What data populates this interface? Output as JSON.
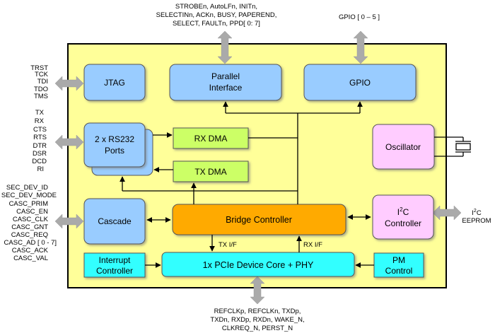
{
  "blocks": {
    "jtag": "JTAG",
    "parallel": [
      "Parallel",
      "Interface"
    ],
    "gpio": "GPIO",
    "rs232": [
      "2 x RS232",
      "Ports"
    ],
    "rx_dma": "RX DMA",
    "tx_dma": "TX DMA",
    "oscillator": "Oscillator",
    "cascade": "Cascade",
    "bridge": "Bridge Controller",
    "i2c": [
      "I",
      "2",
      "C",
      "Controller"
    ],
    "interrupt": [
      "Interrupt",
      "Controller"
    ],
    "pcie": "1x PCIe Device Core + PHY",
    "pm": [
      "PM",
      "Control"
    ]
  },
  "bus_labels": {
    "tx_if": "TX I/F",
    "rx_if": "RX I/F"
  },
  "signals": {
    "parallel": [
      "STROBEn,  AutoLFn, INITn,",
      "SELECTINn, ACKn, BUSY, PAPEREND,",
      "SELECT, FAULTn, PPD[ 0: 7]"
    ],
    "gpio": "GPIO [ 0 – 5 ]",
    "jtag": [
      "TRST",
      "TCK",
      "TDI",
      "TDO",
      "TMS"
    ],
    "rs232": [
      "TX",
      "RX",
      "CTS",
      "RTS",
      "DTR",
      "DSR",
      "DCD",
      "RI"
    ],
    "cascade": [
      "SEC_DEV_ID",
      "SEC_DEV_MODE",
      "CASC_PRIM",
      "CASC_EN",
      "CASC_CLK",
      "CASC_GNT",
      "CASC_REQ",
      "CASC_AD [ 0 - 7]",
      "CASC_ACK",
      "CASC_VAL"
    ],
    "i2c_sup": "2",
    "i2c_eeprom": [
      "I",
      "C",
      "EEPROM"
    ],
    "pcie": [
      "REFCLKp, REFCLKn, TXDp,",
      "TXDn,  RXDp,  RXDn, WAKE_N,",
      "CLKREQ_N, PERST_N"
    ]
  },
  "colors": {
    "chip": "#ffff99",
    "blue": "#99ccff",
    "green": "#ccff66",
    "pink": "#ffccff",
    "cyan": "#33ffff",
    "orange": "#ffaa00",
    "arrow": "#aaaaaa"
  }
}
